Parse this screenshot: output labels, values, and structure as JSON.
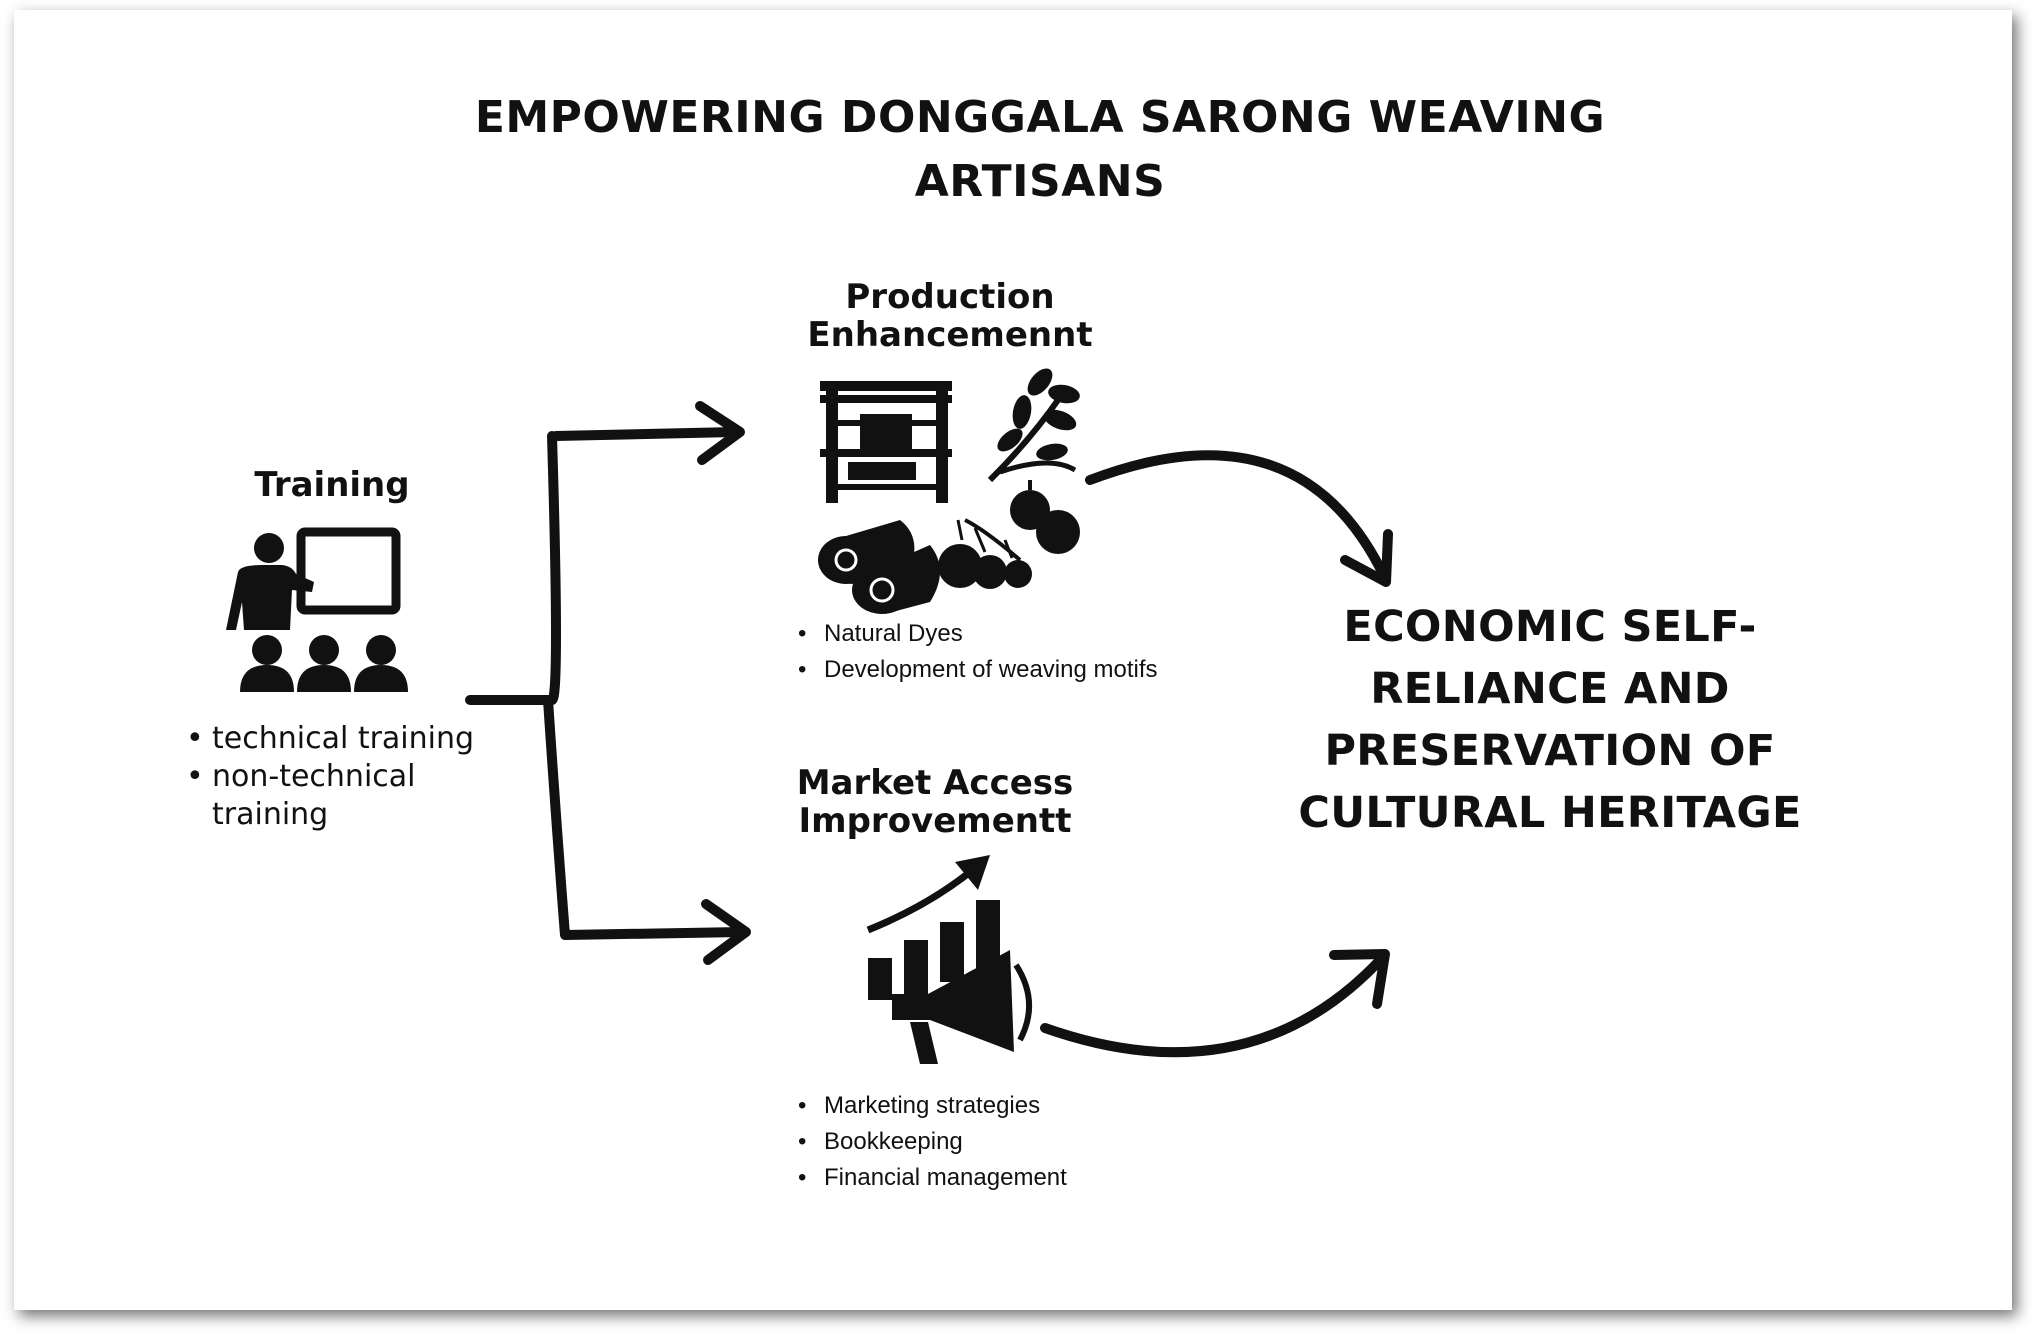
{
  "title": "EMPOWERING DONGGALA SARONG WEAVING ARTISANS",
  "training": {
    "heading": "Training",
    "items": [
      "technical training",
      "non-technical training"
    ]
  },
  "production": {
    "heading": "Production Enhancemennt",
    "items": [
      "Natural Dyes",
      "Development of weaving motifs"
    ]
  },
  "market": {
    "heading": "Market Access Improvementt",
    "items": [
      "Marketing strategies",
      "Bookkeeping",
      "Financial management"
    ]
  },
  "goal": "ECONOMIC SELF-RELIANCE AND PRESERVATION OF CULTURAL HERITAGE",
  "icons": {
    "training": "teacher-presentation-icon",
    "loom": "weaving-loom-icon",
    "plant": "dye-plant-leaves-icon",
    "wood": "wood-logs-icon",
    "fruits": "dye-fruits-icon",
    "market": "megaphone-growth-chart-icon"
  },
  "colors": {
    "ink": "#111111",
    "background": "#ffffff"
  }
}
